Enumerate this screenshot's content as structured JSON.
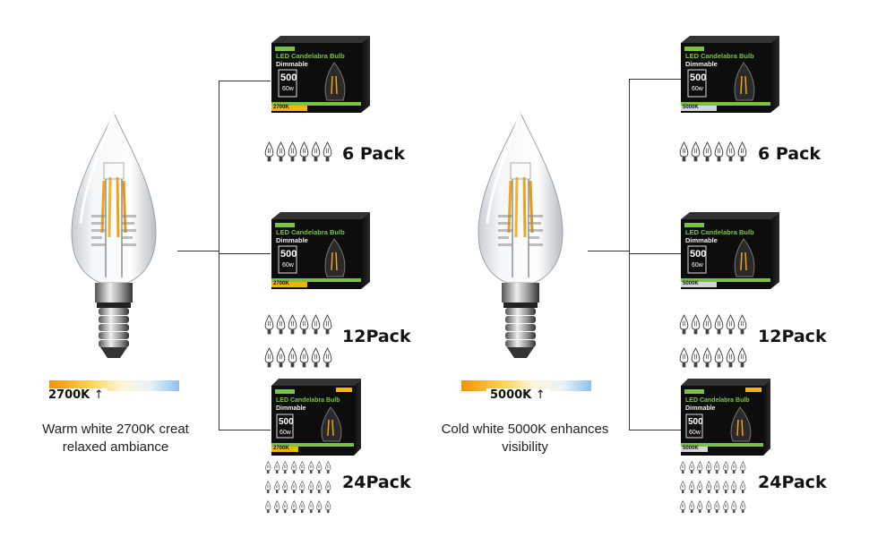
{
  "left": {
    "temp_label": "2700K",
    "caption_line1": "Warm white 2700K creat",
    "caption_line2": "relaxed ambiance",
    "accent": "#f5b400",
    "packs": [
      "6 Pack",
      "12Pack",
      "24Pack"
    ],
    "box": {
      "title_line1": "LED Candelabra Bulb",
      "title_line2": "Dimmable",
      "lumens": "500",
      "equiv": "60w",
      "temp_strip": "2700K"
    }
  },
  "right": {
    "temp_label": "5000K",
    "caption_line1": "Cold white 5000K enhances",
    "caption_line2": "visibility",
    "accent": "#cfd6dc",
    "packs": [
      "6 Pack",
      "12Pack",
      "24Pack"
    ],
    "box": {
      "title_line1": "LED Candelabra Bulb",
      "title_line2": "Dimmable",
      "lumens": "500",
      "equiv": "60w",
      "temp_strip": "5000K"
    }
  }
}
